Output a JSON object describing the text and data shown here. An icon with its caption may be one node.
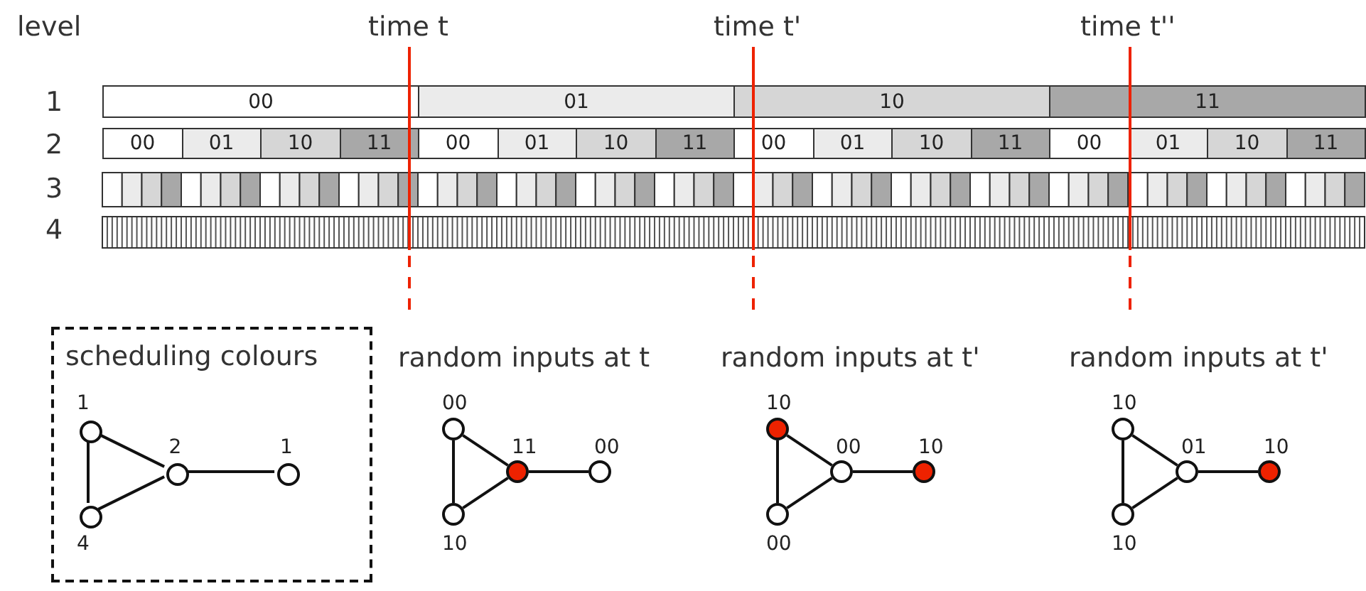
{
  "diagram": {
    "nodes": [
      {
        "text": [
          "00"
        ]
      },
      {
        "text": [
          "01"
        ]
      },
      {
        "text": [
          "10"
        ]
      },
      {
        "text": [
          "11"
        ]
      },
      {
        "text": [
          "00"
        ]
      },
      {
        "text": [
          "01"
        ]
      },
      {
        "text": [
          "10"
        ]
      },
      {
        "text": [
          "11"
        ]
      },
      {
        "text": [
          "00"
        ]
      },
      {
        "text": [
          "01"
        ]
      },
      {
        "text": [
          "10"
        ]
      },
      {
        "text": [
          "11"
        ]
      },
      {
        "text": [
          "00"
        ]
      },
      {
        "text": [
          "01"
        ]
      },
      {
        "text": [
          "10"
        ]
      },
      {
        "text": [
          "11"
        ]
      },
      {
        "text": [
          "00"
        ]
      },
      {
        "text": [
          "01"
        ]
      },
      {
        "text": [
          "10"
        ]
      },
      {
        "text": [
          "11"
        ]
      },
      {
        "text": [
          "scheduling colours"
        ]
      },
      {
        "text": [],
        "shape": "circle",
        "beside": [
          "1"
        ],
        "in": 20
      },
      {
        "text": [],
        "shape": "circle",
        "beside": [
          "2"
        ],
        "in": 20
      },
      {
        "text": [],
        "shape": "circle",
        "beside": [
          "1"
        ],
        "in": 20
      },
      {
        "text": [],
        "shape": "circle",
        "beside": [
          "4"
        ],
        "in": 20
      },
      {
        "text": [],
        "shape": "circle",
        "beside": [
          "00"
        ]
      },
      {
        "text": [],
        "shape": "circle",
        "beside": [
          "11"
        ]
      },
      {
        "text": [],
        "shape": "circle",
        "beside": [
          "00"
        ]
      },
      {
        "text": [],
        "shape": "circle",
        "beside": [
          "10"
        ]
      },
      {
        "text": [],
        "shape": "circle",
        "beside": [
          "10"
        ]
      },
      {
        "text": [],
        "shape": "circle",
        "beside": [
          "00"
        ]
      },
      {
        "text": [],
        "shape": "circle",
        "beside": [
          "10"
        ]
      },
      {
        "text": [],
        "shape": "circle",
        "beside": [
          "00"
        ]
      },
      {
        "text": [],
        "shape": "circle",
        "beside": [
          "10"
        ]
      },
      {
        "text": [],
        "shape": "circle",
        "beside": [
          "01"
        ]
      },
      {
        "text": [],
        "shape": "circle",
        "beside": [
          "10"
        ]
      },
      {
        "text": [],
        "shape": "circle",
        "beside": [
          "10"
        ]
      }
    ],
    "edges": [
      {
        "from": 21,
        "to": 24,
        "arrow": "none"
      },
      {
        "from": 21,
        "to": 22,
        "arrow": "none"
      },
      {
        "from": 24,
        "to": 22,
        "arrow": "none"
      },
      {
        "from": 22,
        "to": 23,
        "arrow": "none"
      },
      {
        "from": 25,
        "to": 28,
        "arrow": "none"
      },
      {
        "from": 25,
        "to": 26,
        "arrow": "none"
      },
      {
        "from": 28,
        "to": 26,
        "arrow": "none"
      },
      {
        "from": 26,
        "to": 27,
        "arrow": "none"
      },
      {
        "from": 29,
        "to": 32,
        "arrow": "none"
      },
      {
        "from": 29,
        "to": 30,
        "arrow": "none"
      },
      {
        "from": 32,
        "to": 30,
        "arrow": "none"
      },
      {
        "from": 30,
        "to": 31,
        "arrow": "none"
      },
      {
        "from": 33,
        "to": 36,
        "arrow": "none"
      },
      {
        "from": 33,
        "to": 34,
        "arrow": "none"
      },
      {
        "from": 36,
        "to": 34,
        "arrow": "none"
      },
      {
        "from": 34,
        "to": 35,
        "arrow": "none"
      }
    ],
    "labels": [
      "level",
      "time t",
      "time t'",
      "time t''",
      "1",
      "2",
      "3",
      "4",
      "random inputs at t",
      "random inputs at t'",
      "random inputs at t'"
    ]
  }
}
